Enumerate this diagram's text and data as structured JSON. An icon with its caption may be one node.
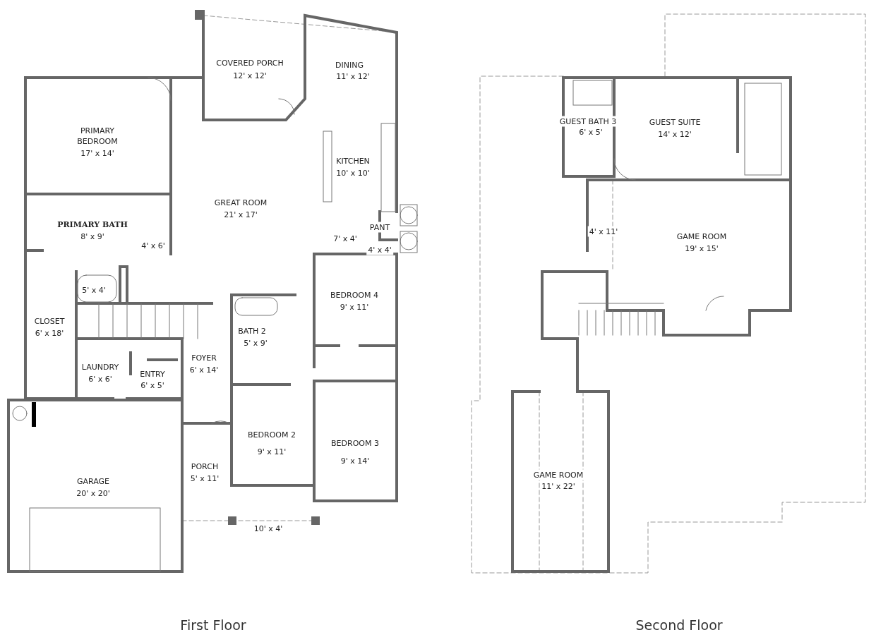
{
  "diagram": {
    "labels": [
      "COVERED PORCH",
      "12' x 12'",
      "DINING",
      "11' x 12'",
      "PRIMARY BEDROOM",
      "17' x 14'",
      "KITCHEN",
      "10' x 10'",
      "GREAT ROOM",
      "21' x 17'",
      "PRIMARY BATH",
      "8' x 9'",
      "PANT",
      "4' x 6'",
      "7' x 4'",
      "4' x 4'",
      "BEDROOM 4",
      "9' x 11'",
      "5' x 4'",
      "CLOSET",
      "6' x 18'",
      "BATH 2",
      "5' x 9'",
      "FOYER",
      "6' x 14'",
      "LAUNDRY",
      "6' x 6'",
      "ENTRY",
      "6' x 5'",
      "BEDROOM 2",
      "9' x 11'",
      "BEDROOM 3",
      "9' x 14'",
      "PORCH",
      "5' x 11'",
      "GARAGE",
      "20' x 20'",
      "10' x 4'",
      "First Floor",
      "GUEST BATH 3",
      "6' x 5'",
      "GUEST SUITE",
      "14' x 12'",
      "4' x 11'",
      "GAME ROOM",
      "19' x 15'",
      "GAME ROOM",
      "11' x 22'",
      "Second Floor"
    ]
  }
}
